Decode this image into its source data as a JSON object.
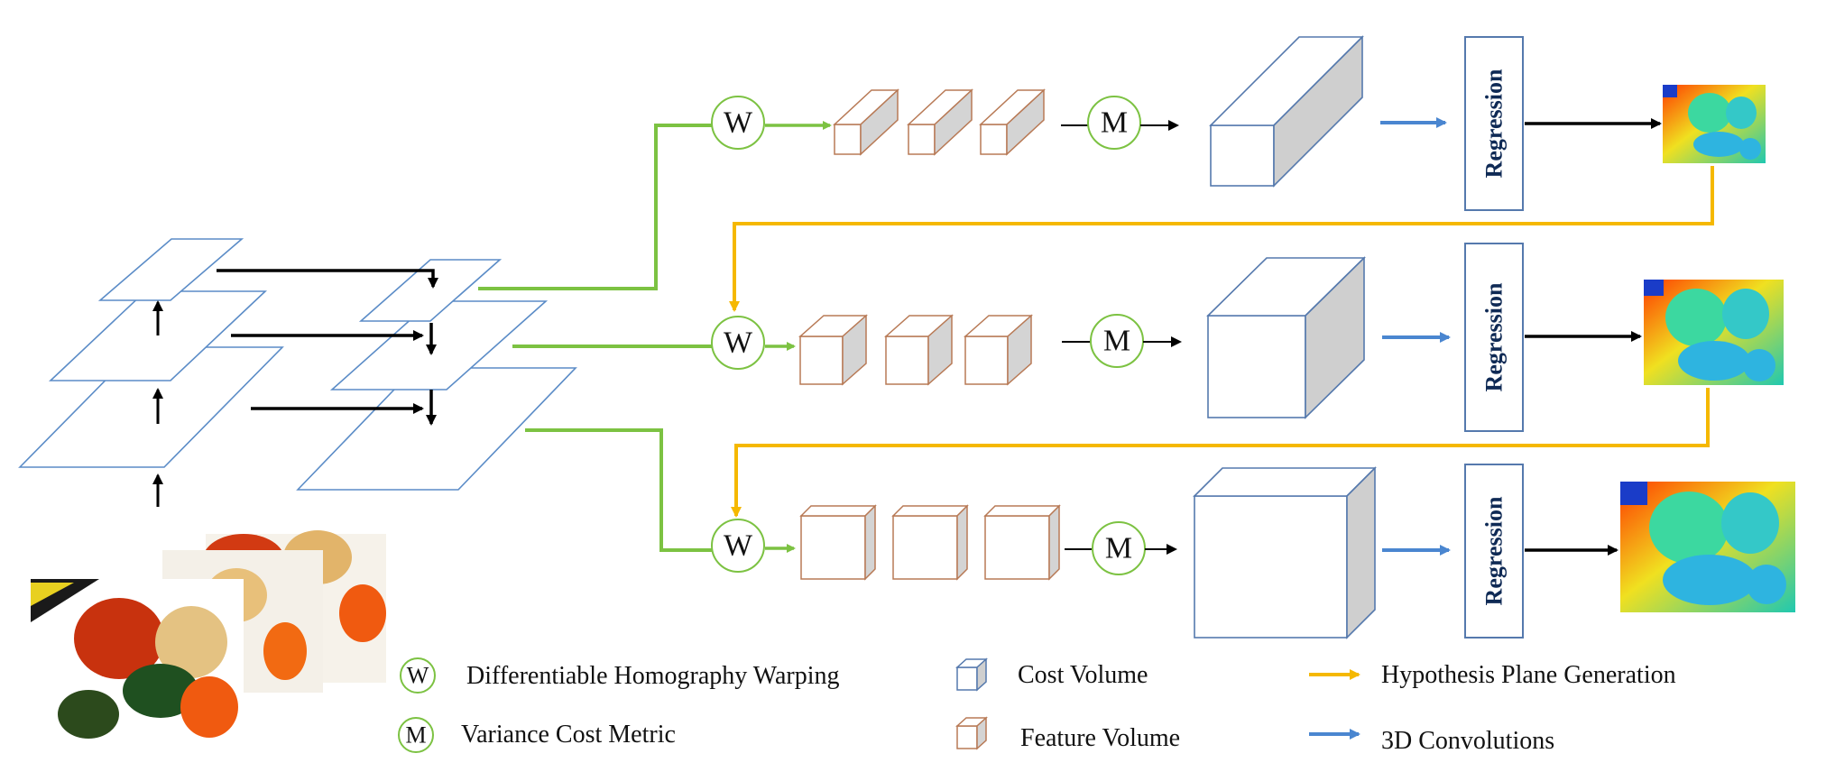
{
  "diagram": {
    "warp_symbol": "W",
    "metric_symbol": "M",
    "regression_label": "Regression",
    "colors": {
      "green": "#7cc242",
      "orange": "#f5b800",
      "blue_arrow": "#4a86d0",
      "plane_stroke": "#5b8cc7",
      "feature_stroke": "#b87a56",
      "cost_stroke": "#5579ad",
      "cost_shade": "#cfcfcf",
      "regression_text": "#0f2a55"
    }
  },
  "legend": {
    "warp_symbol": "W",
    "warp_text": "Differentiable Homography Warping",
    "metric_symbol": "M",
    "metric_text": "Variance Cost Metric",
    "cost_volume_text": "Cost Volume",
    "feature_volume_text": "Feature Volume",
    "hypothesis_text": "Hypothesis Plane Generation",
    "conv3d_text": "3D Convolutions"
  }
}
